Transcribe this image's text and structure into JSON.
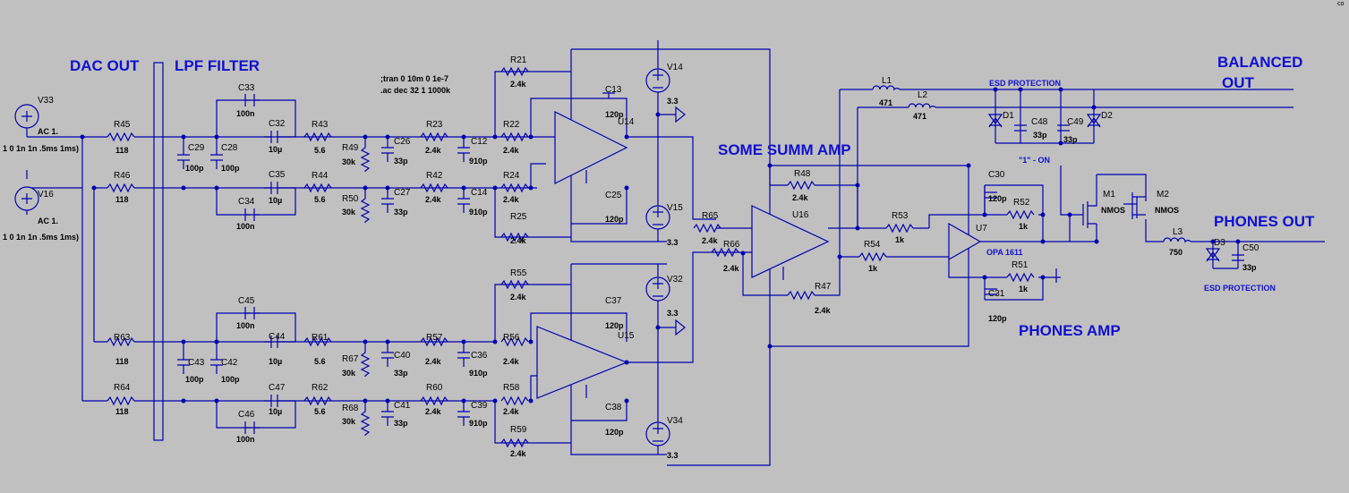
{
  "labels": {
    "dac_out": "DAC OUT",
    "lpf_filter": "LPF FILTER",
    "balanced_out_1": "BALANCED",
    "balanced_out_2": "OUT",
    "esd_top": "ESD PROTECTION",
    "esd_bottom": "ESD PROTECTION",
    "some_summ_amp": "SOME SUMM AMP",
    "one_on": "\"1\" - ON",
    "phones_out": "PHONES OUT",
    "phones_amp": "PHONES AMP",
    "opa": "OPA 1611",
    "cmd1": ";tran 0 10m 0 1e-7",
    "cmd2": ".ac dec 32 1 1000k",
    "vsrc_spec": "1 0 1n 1n .5ms 1ms)",
    "ac": "AC 1.",
    "corner": "co"
  },
  "resistors": [
    {
      "ref": "R45",
      "val": "118"
    },
    {
      "ref": "R46",
      "val": "118"
    },
    {
      "ref": "R63",
      "val": "118"
    },
    {
      "ref": "R64",
      "val": "118"
    },
    {
      "ref": "R43",
      "val": "5.6"
    },
    {
      "ref": "R44",
      "val": "5.6"
    },
    {
      "ref": "R61",
      "val": "5.6"
    },
    {
      "ref": "R62",
      "val": "5.6"
    },
    {
      "ref": "R49",
      "val": "30k"
    },
    {
      "ref": "R50",
      "val": "30k"
    },
    {
      "ref": "R67",
      "val": "30k"
    },
    {
      "ref": "R68",
      "val": "30k"
    },
    {
      "ref": "R23",
      "val": "2.4k"
    },
    {
      "ref": "R42",
      "val": "2.4k"
    },
    {
      "ref": "R57",
      "val": "2.4k"
    },
    {
      "ref": "R60",
      "val": "2.4k"
    },
    {
      "ref": "R21",
      "val": "2.4k"
    },
    {
      "ref": "R22",
      "val": "2.4k"
    },
    {
      "ref": "R24",
      "val": "2.4k"
    },
    {
      "ref": "R25",
      "val": "2.4k"
    },
    {
      "ref": "R55",
      "val": "2.4k"
    },
    {
      "ref": "R56",
      "val": "2.4k"
    },
    {
      "ref": "R58",
      "val": "2.4k"
    },
    {
      "ref": "R59",
      "val": "2.4k"
    },
    {
      "ref": "R65",
      "val": "2.4k"
    },
    {
      "ref": "R66",
      "val": "2.4k"
    },
    {
      "ref": "R48",
      "val": "2.4k"
    },
    {
      "ref": "R47",
      "val": "2.4k"
    },
    {
      "ref": "R53",
      "val": "1k"
    },
    {
      "ref": "R54",
      "val": "1k"
    },
    {
      "ref": "R52",
      "val": "1k"
    },
    {
      "ref": "R51",
      "val": "1k"
    }
  ],
  "capacitors": [
    {
      "ref": "C33",
      "val": "100n"
    },
    {
      "ref": "C34",
      "val": "100n"
    },
    {
      "ref": "C45",
      "val": "100n"
    },
    {
      "ref": "C46",
      "val": "100n"
    },
    {
      "ref": "C32",
      "val": "10µ"
    },
    {
      "ref": "C35",
      "val": "10µ"
    },
    {
      "ref": "C44",
      "val": "10µ"
    },
    {
      "ref": "C47",
      "val": "10µ"
    },
    {
      "ref": "C29",
      "val": "100p"
    },
    {
      "ref": "C28",
      "val": "100p"
    },
    {
      "ref": "C43",
      "val": "100p"
    },
    {
      "ref": "C42",
      "val": "100p"
    },
    {
      "ref": "C26",
      "val": "33p"
    },
    {
      "ref": "C27",
      "val": "33p"
    },
    {
      "ref": "C40",
      "val": "33p"
    },
    {
      "ref": "C41",
      "val": "33p"
    },
    {
      "ref": "C12",
      "val": "910p"
    },
    {
      "ref": "C14",
      "val": "910p"
    },
    {
      "ref": "C36",
      "val": "910p"
    },
    {
      "ref": "C39",
      "val": "910p"
    },
    {
      "ref": "C13",
      "val": "120p"
    },
    {
      "ref": "C25",
      "val": "120p"
    },
    {
      "ref": "C37",
      "val": "120p"
    },
    {
      "ref": "C38",
      "val": "120p"
    },
    {
      "ref": "C30",
      "val": "120p"
    },
    {
      "ref": "C31",
      "val": "120p"
    },
    {
      "ref": "C48",
      "val": "33p"
    },
    {
      "ref": "C49",
      "val": "33p"
    },
    {
      "ref": "C50",
      "val": "33p"
    }
  ],
  "sources": [
    {
      "ref": "V33"
    },
    {
      "ref": "V16"
    },
    {
      "ref": "V14"
    },
    {
      "ref": "V15",
      "val": "3.3"
    },
    {
      "ref": "V32",
      "val": "3.3"
    },
    {
      "ref": "V34",
      "val": "3.3"
    }
  ],
  "v14_val": "3.3",
  "opamps": [
    {
      "ref": "U14"
    },
    {
      "ref": "U15"
    },
    {
      "ref": "U16"
    },
    {
      "ref": "U7"
    }
  ],
  "inductors": [
    {
      "ref": "L1",
      "val": "471"
    },
    {
      "ref": "L2",
      "val": "471"
    },
    {
      "ref": "L3",
      "val": "750"
    }
  ],
  "diodes": [
    {
      "ref": "D1"
    },
    {
      "ref": "D2"
    },
    {
      "ref": "D3"
    }
  ],
  "mosfets": [
    {
      "ref": "M1",
      "val": "NMOS"
    },
    {
      "ref": "M2",
      "val": "NMOS"
    }
  ],
  "colors": {
    "background": "#c0c0c0",
    "wire": "#0000b0",
    "label": "#1010d0"
  }
}
